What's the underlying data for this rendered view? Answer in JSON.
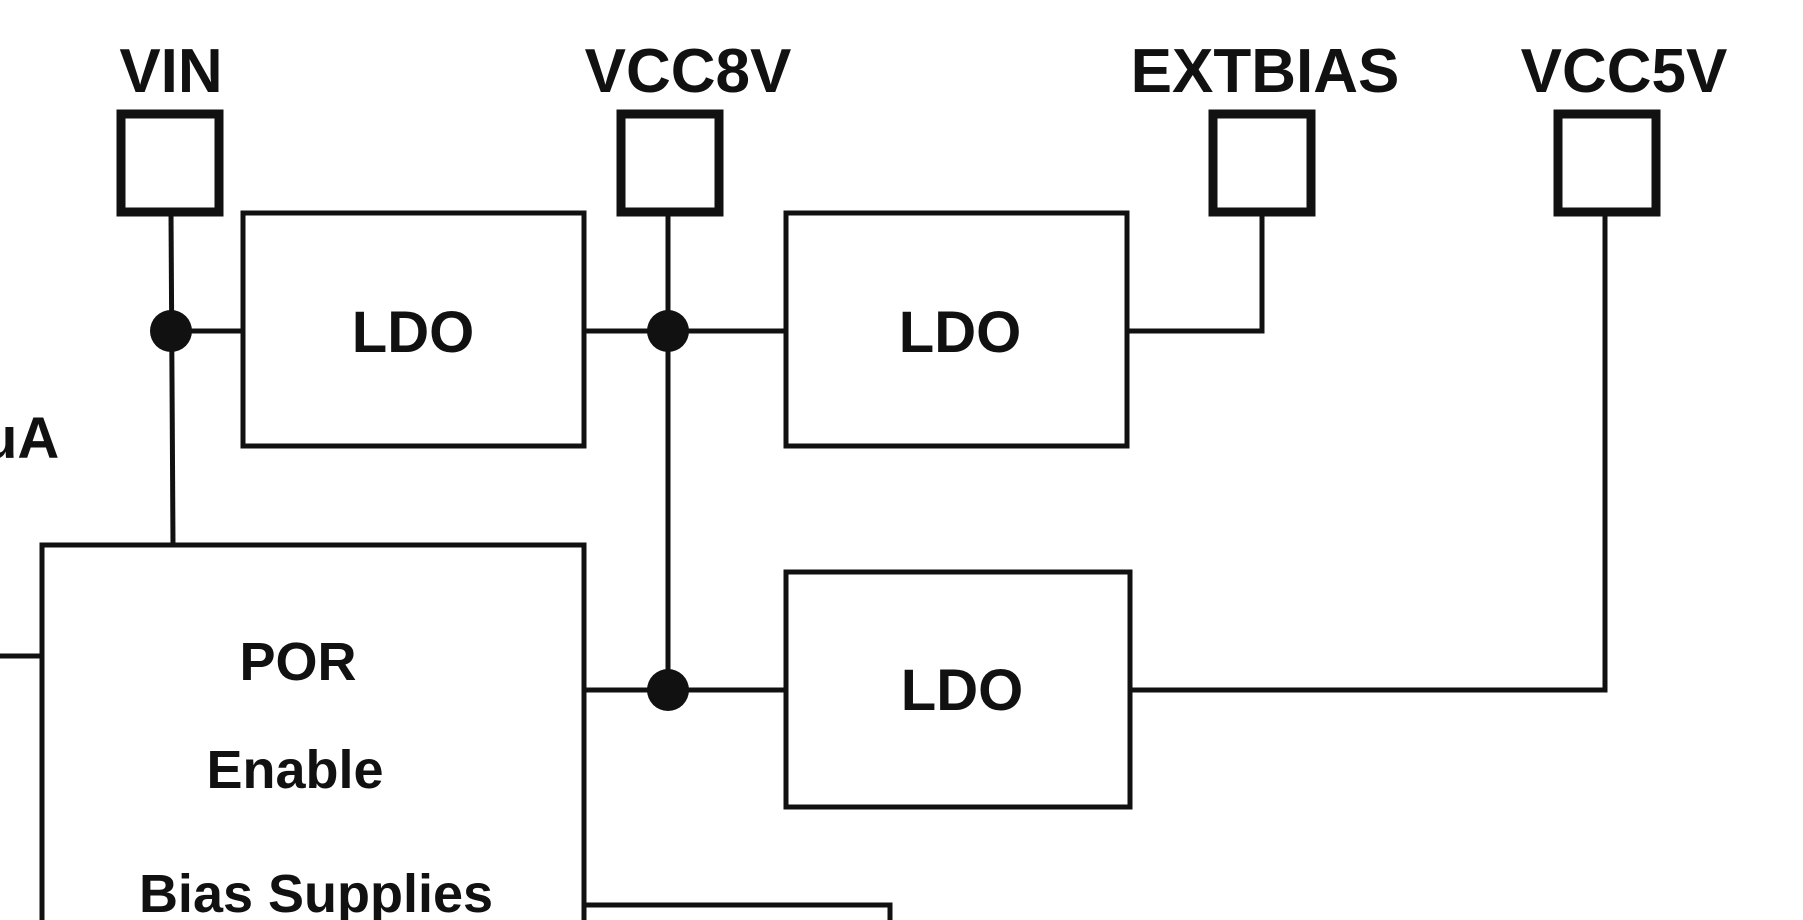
{
  "pins": {
    "vin": "VIN",
    "vcc8v": "VCC8V",
    "extbias": "EXTBIAS",
    "vcc5v": "VCC5V"
  },
  "ldo": {
    "ldo1": "LDO",
    "ldo2": "LDO",
    "ldo3": "LDO"
  },
  "por_block": {
    "line1": "POR",
    "line2": "Enable",
    "line3": "Bias Supplies"
  },
  "cut_label": "uA",
  "colors": {
    "ink": "#111111",
    "background": "#ffffff"
  }
}
